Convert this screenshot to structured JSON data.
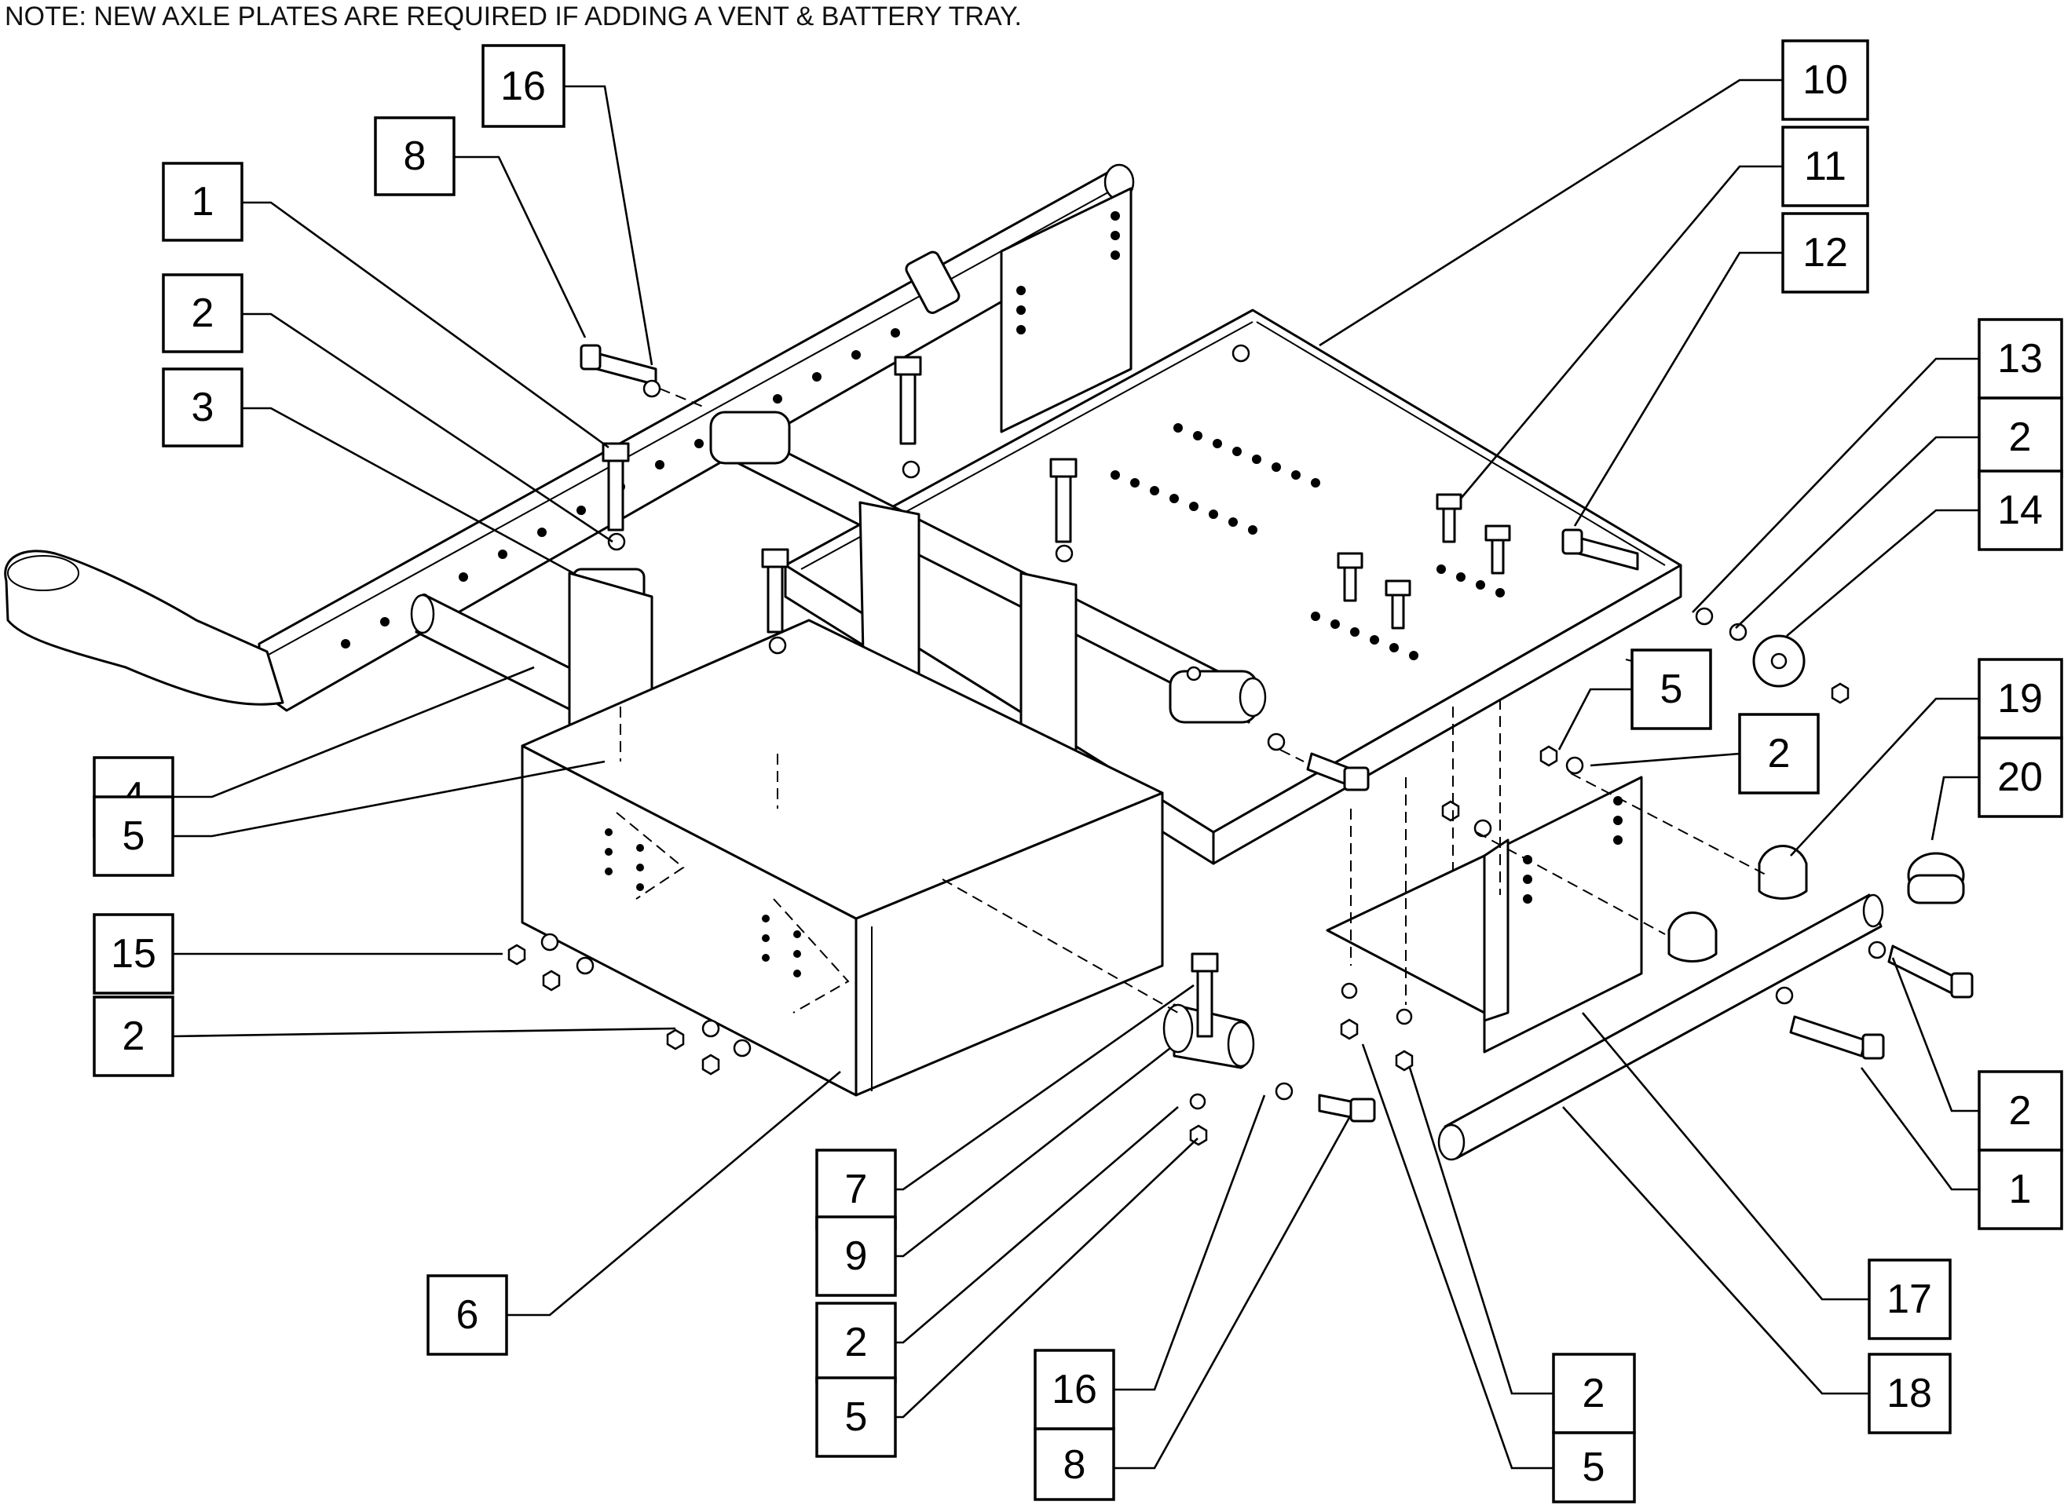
{
  "note": "NOTE: NEW AXLE PLATES ARE REQUIRED IF ADDING A VENT & BATTERY TRAY.",
  "callouts": [
    {
      "id": "c16a",
      "label": "16"
    },
    {
      "id": "c8a",
      "label": "8"
    },
    {
      "id": "c1a",
      "label": "1"
    },
    {
      "id": "c2a",
      "label": "2"
    },
    {
      "id": "c3",
      "label": "3"
    },
    {
      "id": "c4",
      "label": "4"
    },
    {
      "id": "c5a",
      "label": "5"
    },
    {
      "id": "c15",
      "label": "15"
    },
    {
      "id": "c2b",
      "label": "2"
    },
    {
      "id": "c6",
      "label": "6"
    },
    {
      "id": "c7",
      "label": "7"
    },
    {
      "id": "c9",
      "label": "9"
    },
    {
      "id": "c2c",
      "label": "2"
    },
    {
      "id": "c5b",
      "label": "5"
    },
    {
      "id": "c16b",
      "label": "16"
    },
    {
      "id": "c8b",
      "label": "8"
    },
    {
      "id": "c10",
      "label": "10"
    },
    {
      "id": "c11",
      "label": "11"
    },
    {
      "id": "c12",
      "label": "12"
    },
    {
      "id": "c13",
      "label": "13"
    },
    {
      "id": "c2d",
      "label": "2"
    },
    {
      "id": "c14",
      "label": "14"
    },
    {
      "id": "c5c",
      "label": "5"
    },
    {
      "id": "c2e",
      "label": "2"
    },
    {
      "id": "c19",
      "label": "19"
    },
    {
      "id": "c20",
      "label": "20"
    },
    {
      "id": "c2f",
      "label": "2"
    },
    {
      "id": "c1b",
      "label": "1"
    },
    {
      "id": "c17",
      "label": "17"
    },
    {
      "id": "c18",
      "label": "18"
    },
    {
      "id": "c2g",
      "label": "2"
    },
    {
      "id": "c5d",
      "label": "5"
    }
  ]
}
